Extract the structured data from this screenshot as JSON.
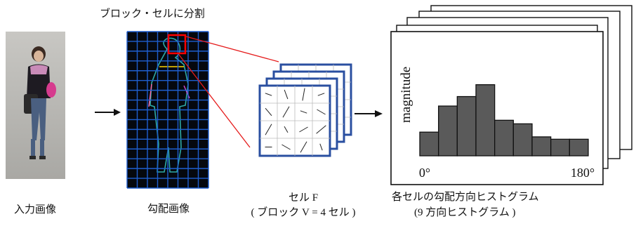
{
  "labels": {
    "block_cell_split": "ブロック・セルに分割",
    "input_image": "入力画像",
    "gradient_image": "勾配画像",
    "cell_f": "セル F",
    "block_note": "( ブロック V = 4 セル )",
    "histograms": "各セルの勾配方向ヒストグラム",
    "hist_note": "(9 方向ヒストグラム )"
  },
  "chart_data": {
    "type": "bar",
    "ylabel": "magnitude",
    "xlabel": "",
    "x_tick_labels": [
      "0°",
      "180°"
    ],
    "xlim": [
      0,
      180
    ],
    "bin_count": 9,
    "values": [
      2.0,
      4.2,
      5.0,
      6.0,
      3.0,
      2.7,
      1.6,
      1.4,
      1.4
    ],
    "ylim": [
      0,
      9
    ]
  },
  "colors": {
    "grid_line": "#1f5fd0",
    "block_outline": "#ff0000",
    "cell_stack_border": "#2a4fa0",
    "bar_fill": "#5a5a5a",
    "bar_stroke": "#111111"
  },
  "icons": [
    "right-arrow-icon",
    "right-arrow-icon"
  ]
}
